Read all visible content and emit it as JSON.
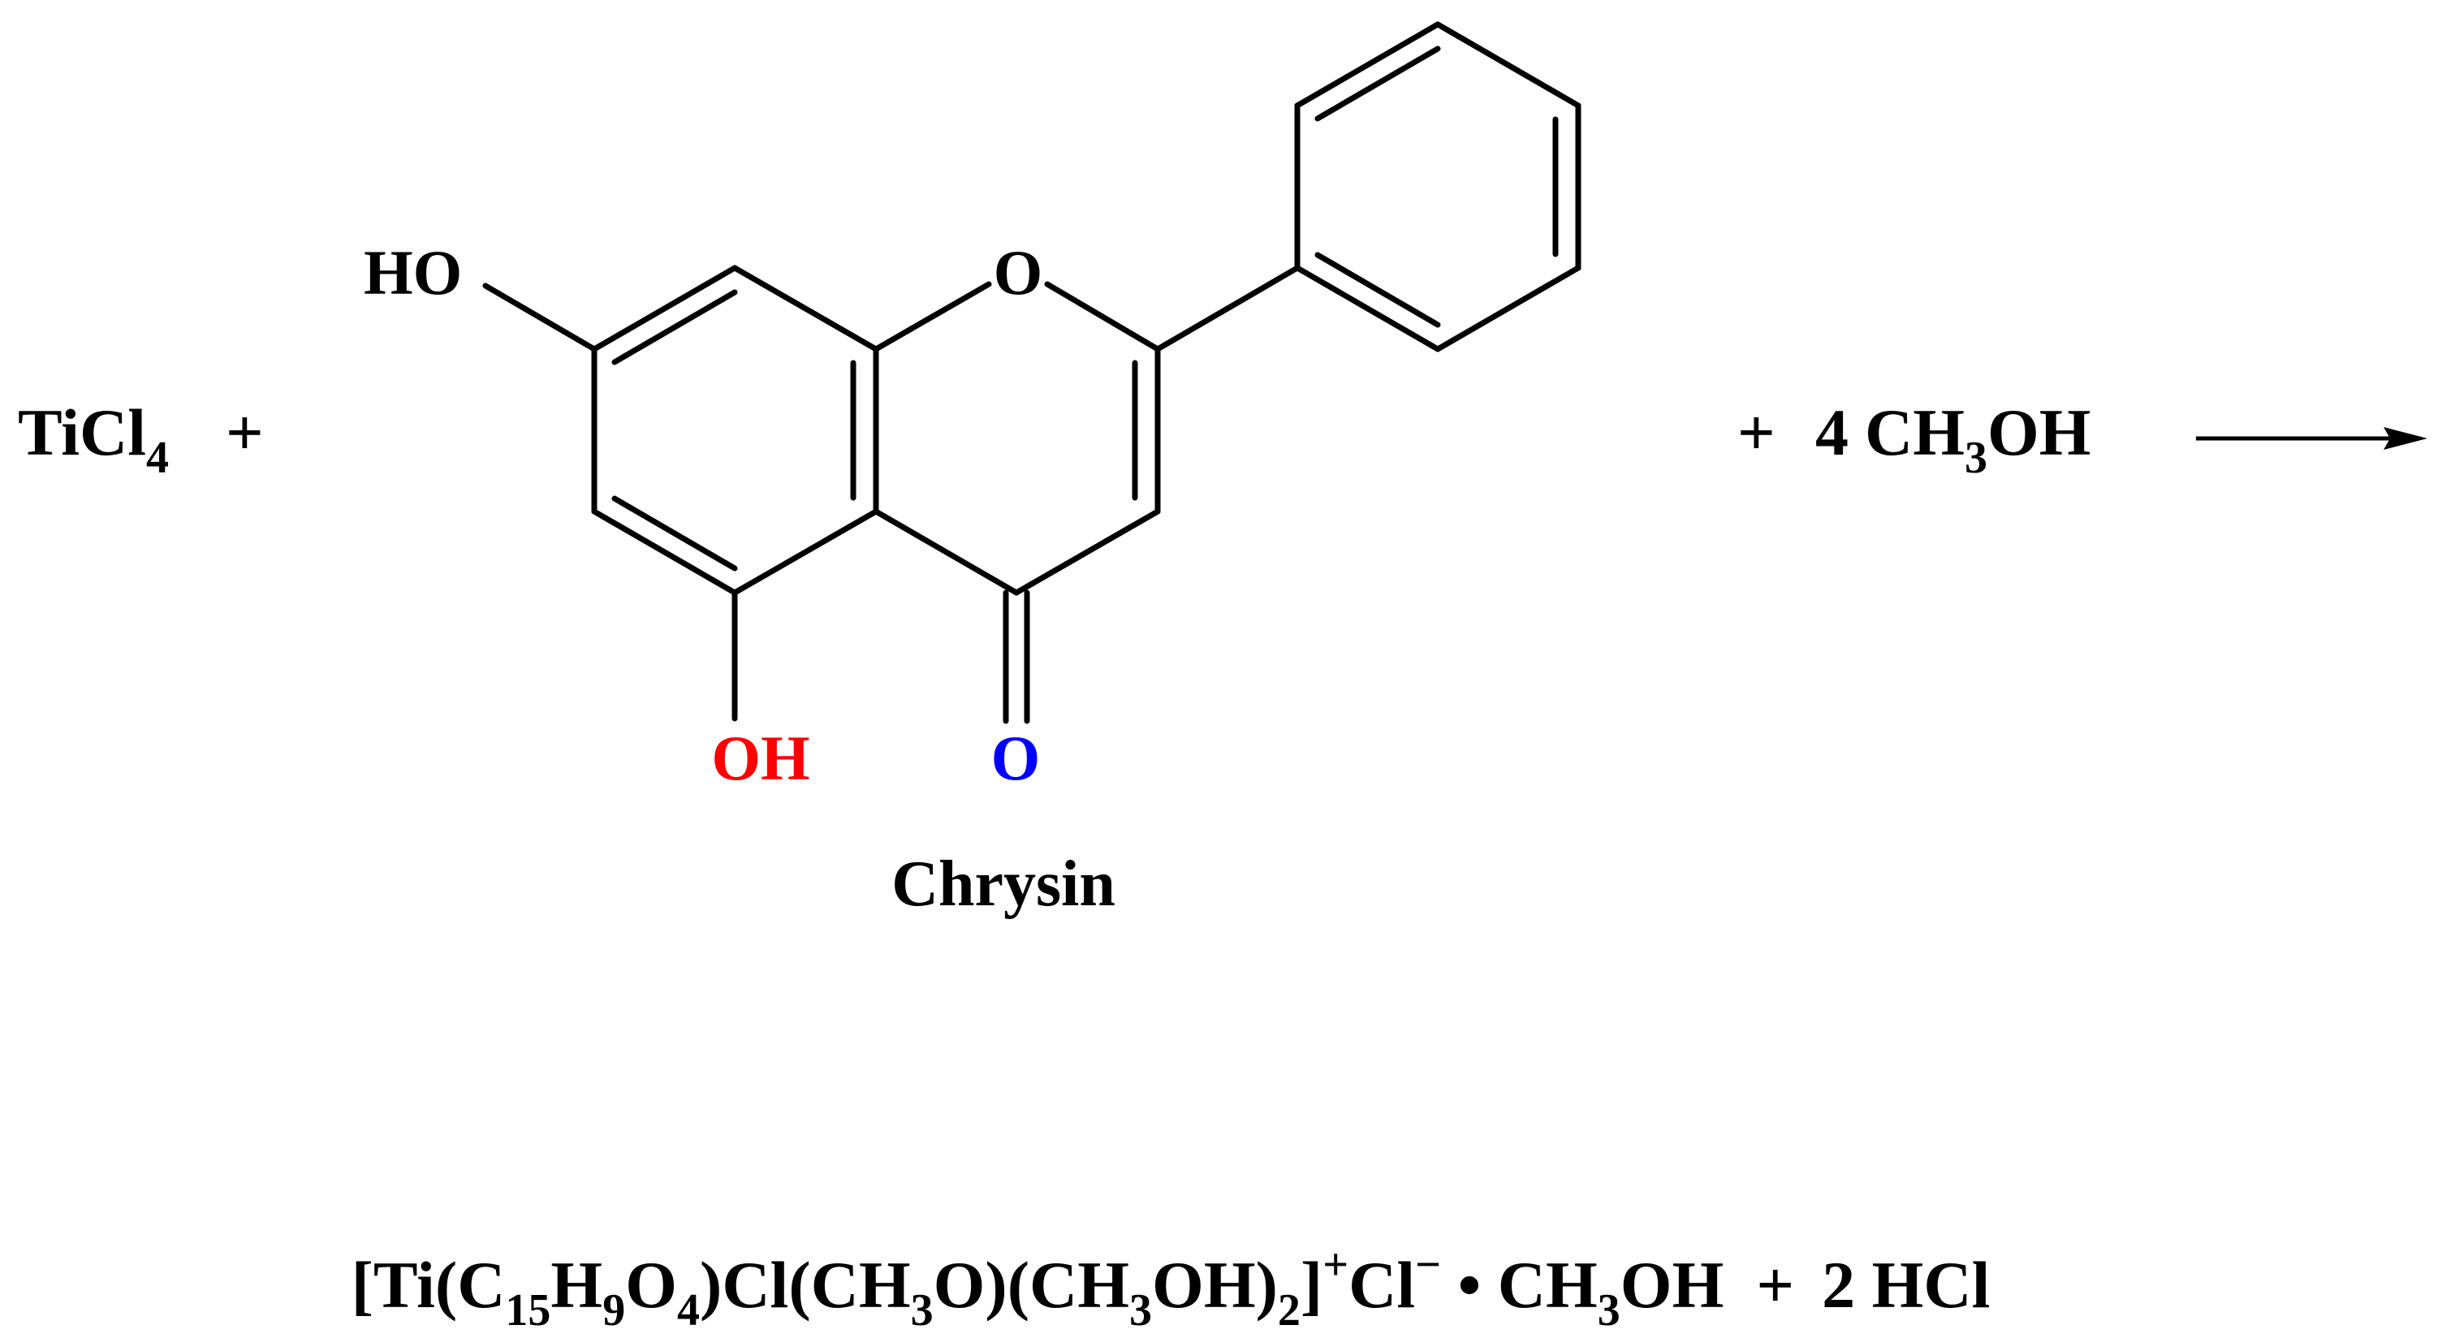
{
  "reactants": {
    "ticl4": {
      "base": "TiCl",
      "sub": "4"
    },
    "plus1": "+",
    "plus2": "+",
    "methanol": {
      "coef": "4",
      "pre": "CH",
      "sub": "3",
      "post": "OH"
    }
  },
  "chrysin": {
    "name": "Chrysin",
    "ho_label": "HO",
    "ring_o_label": "O",
    "oh_label": "OH",
    "carbonyl_o_label": "O",
    "colors": {
      "oh": "#ff0000",
      "carbonyl_o": "#0000ff",
      "default": "#000000"
    }
  },
  "products": {
    "complex": [
      {
        "t": "[Ti(C"
      },
      {
        "t": "15",
        "role": "sub"
      },
      {
        "t": "H"
      },
      {
        "t": "9",
        "role": "sub"
      },
      {
        "t": "O"
      },
      {
        "t": "4",
        "role": "sub"
      },
      {
        "t": ")Cl(CH"
      },
      {
        "t": "3",
        "role": "sub"
      },
      {
        "t": "O)(CH"
      },
      {
        "t": "3",
        "role": "sub"
      },
      {
        "t": "OH)"
      },
      {
        "t": "2",
        "role": "sub"
      },
      {
        "t": "]"
      },
      {
        "t": "+",
        "role": "sup"
      },
      {
        "t": "Cl"
      },
      {
        "t": "−",
        "role": "sup"
      },
      {
        "t": " • CH"
      },
      {
        "t": "3",
        "role": "sub"
      },
      {
        "t": "OH"
      }
    ],
    "plus": "+",
    "hcl": "2 HCl"
  },
  "arrow_icon": "reaction-arrow-icon"
}
